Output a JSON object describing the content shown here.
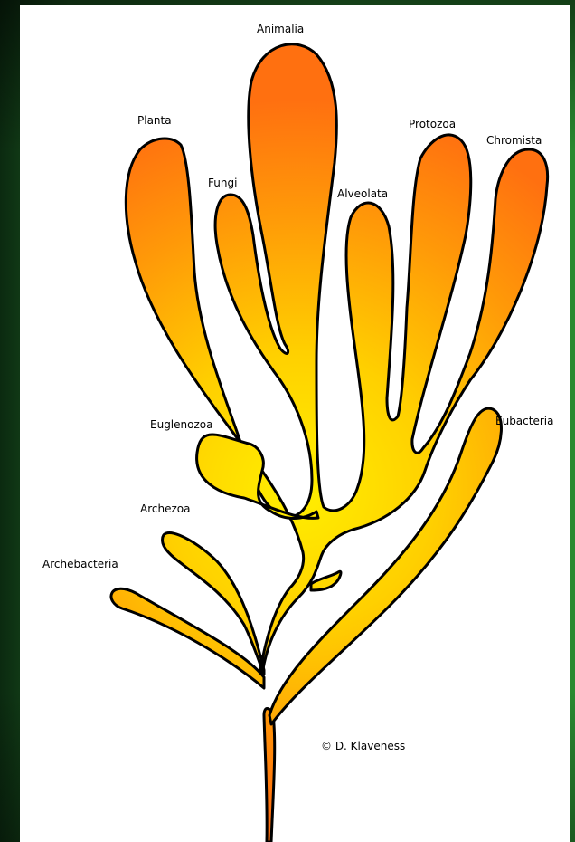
{
  "diagram": {
    "labels": {
      "animalia": "Animalia",
      "planta": "Planta",
      "fungi": "Fungi",
      "protozoa": "Protozoa",
      "chromista": "Chromista",
      "alveolata": "Alveolata",
      "euglenozoa": "Euglenozoa",
      "eubacteria": "Eubacteria",
      "archezoa": "Archezoa",
      "archebacteria": "Archebacteria"
    },
    "credit": "© D. Klaveness",
    "colors": {
      "fill_top": "#ff7a10",
      "fill_mid": "#ffb000",
      "fill_bottom": "#ffee00",
      "outline": "#000000",
      "panel": "#ffffff",
      "background": "#2e8b35"
    }
  }
}
